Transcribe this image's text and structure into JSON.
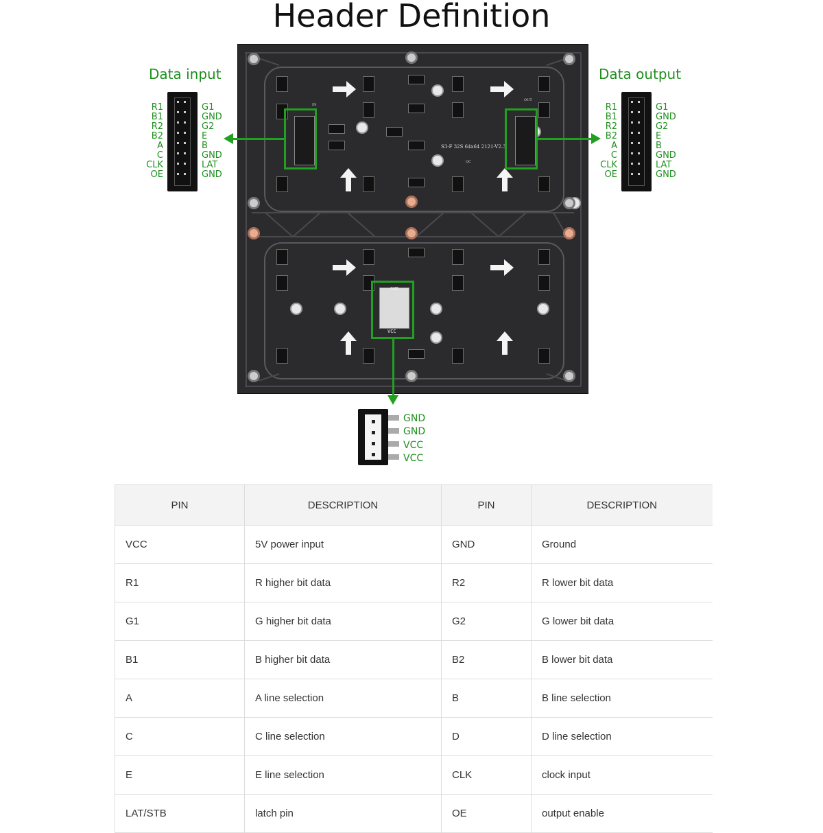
{
  "title": "Header Definition",
  "data_input": {
    "label": "Data input",
    "left_pins": [
      "R1",
      "B1",
      "R2",
      "B2",
      "A",
      "C",
      "CLK",
      "OE"
    ],
    "right_pins": [
      "G1",
      "GND",
      "G2",
      "E",
      "B",
      "GND",
      "LAT",
      "GND"
    ]
  },
  "data_output": {
    "label": "Data output",
    "left_pins": [
      "R1",
      "B1",
      "R2",
      "B2",
      "A",
      "C",
      "CLK",
      "OE"
    ],
    "right_pins": [
      "G1",
      "GND",
      "G2",
      "E",
      "B",
      "GND",
      "LAT",
      "GND"
    ]
  },
  "power_connector": {
    "pins": [
      "GND",
      "GND",
      "VCC",
      "VCC"
    ],
    "board_top_label": "GND",
    "board_bottom_label": "VCC"
  },
  "board_silkscreen": {
    "model": "S3-F  32S  64x64  2121-V2.3",
    "in_label": "IN",
    "out_label": "OUT",
    "qc": "QC"
  },
  "table": {
    "headers": [
      "PIN",
      "DESCRIPTION",
      "PIN",
      "DESCRIPTION"
    ],
    "rows": [
      [
        "VCC",
        "5V power input",
        "GND",
        "Ground"
      ],
      [
        "R1",
        "R higher bit data",
        "R2",
        "R lower bit data"
      ],
      [
        "G1",
        "G higher bit data",
        "G2",
        "G lower bit data"
      ],
      [
        "B1",
        "B higher bit data",
        "B2",
        "B lower bit data"
      ],
      [
        "A",
        "A line selection",
        "B",
        "B line selection"
      ],
      [
        "C",
        "C line selection",
        "D",
        "D line selection"
      ],
      [
        "E",
        "E line selection",
        "CLK",
        "clock input"
      ],
      [
        "LAT/STB",
        "latch pin",
        "OE",
        "output enable"
      ]
    ]
  },
  "colors": {
    "accent_green": "#22a022",
    "label_green": "#1f8f1f",
    "pcb": "#2b2b2d"
  }
}
